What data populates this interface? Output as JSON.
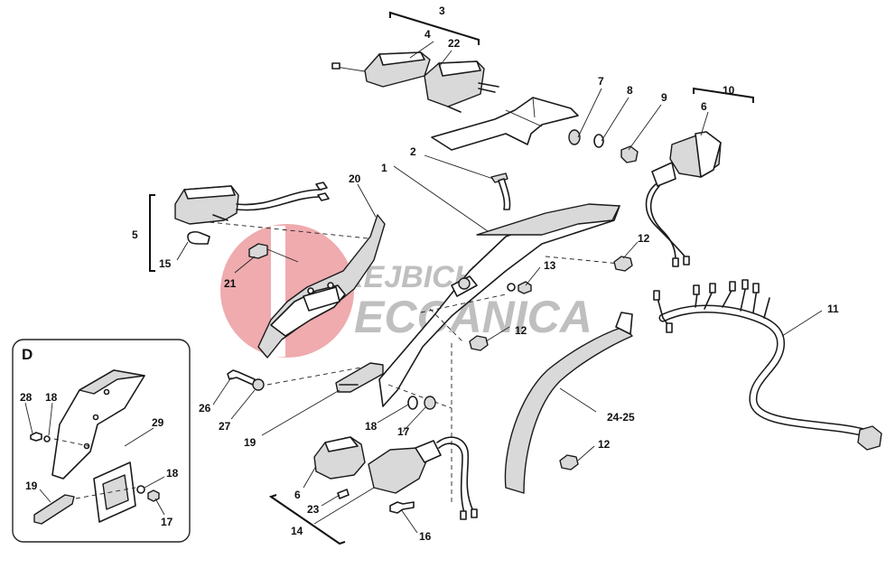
{
  "watermark": {
    "line1": "REJBICH",
    "line2": "ECCANICA",
    "circle_color": "#e8888c",
    "text_color": "#8a8a8a"
  },
  "inset": {
    "title": "D",
    "callouts": {
      "c28": "28",
      "c18a": "18",
      "c29": "29",
      "c19": "19",
      "c18b": "18",
      "c17": "17"
    }
  },
  "callouts": {
    "c3": "3",
    "c4": "4",
    "c22": "22",
    "c7": "7",
    "c8": "8",
    "c9": "9",
    "c10": "10",
    "c6a": "6",
    "c2": "2",
    "c1": "1",
    "c20": "20",
    "c5": "5",
    "c15": "15",
    "c21": "21",
    "c13": "13",
    "c12a": "12",
    "c12b": "12",
    "c12c": "12",
    "c11": "11",
    "c26": "26",
    "c27": "27",
    "c19": "19",
    "c18": "18",
    "c17": "17",
    "c2425": "24-25",
    "c6b": "6",
    "c23": "23",
    "c14": "14",
    "c16": "16"
  }
}
